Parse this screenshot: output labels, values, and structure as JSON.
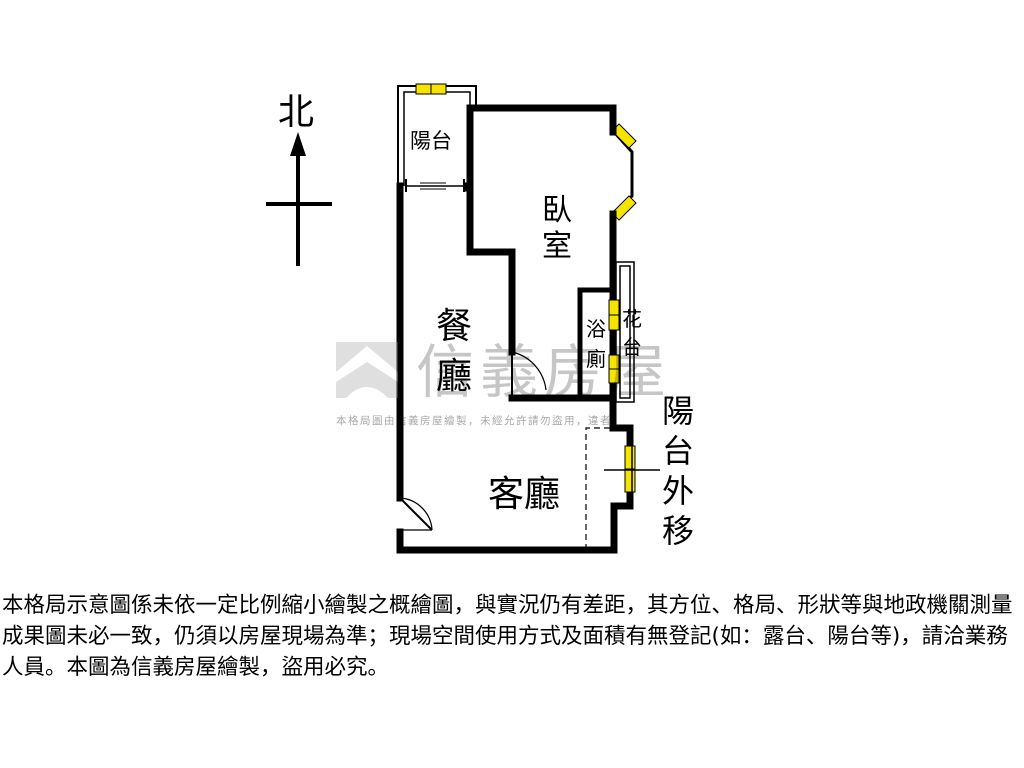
{
  "compass": {
    "north_label": "北"
  },
  "rooms": {
    "balcony": "陽台",
    "bedroom_line1": "臥",
    "bedroom_line2": "室",
    "dining_line1": "餐",
    "dining_line2": "廳",
    "bath_line1": "浴",
    "bath_line2": "廁",
    "planter_line1": "花",
    "planter_line2": "台",
    "living": "客廳",
    "balcony_moved_1": "陽",
    "balcony_moved_2": "台",
    "balcony_moved_3": "外",
    "balcony_moved_4": "移"
  },
  "watermark": {
    "brand": "信義房屋",
    "notice": "本格局圖由信義房屋繪製，未經允許請勿盜用，違者"
  },
  "disclaimer": "本格局示意圖係未依一定比例縮小繪製之概繪圖，與實況仍有差距，其方位、格局、形狀等與地政機關測量成果圖未必一致，仍須以房屋現場為準；現場空間使用方式及面積有無登記(如：露台、陽台等)，請洽業務人員。本圖為信義房屋繪製，盜用必究。",
  "colors": {
    "wall": "#000000",
    "window": "#f5e400",
    "watermark_logo": "#bdbdbd"
  },
  "icons": {
    "compass": "north-arrow-icon",
    "logo": "house-logo-icon"
  }
}
